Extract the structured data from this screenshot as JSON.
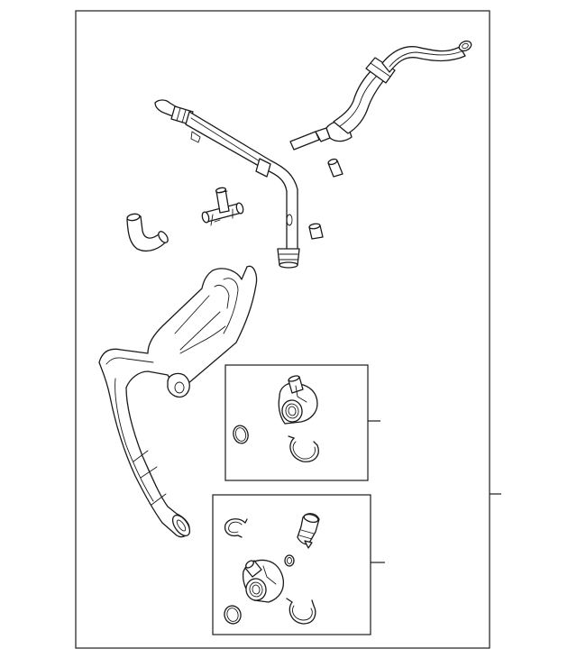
{
  "diagram": {
    "kind": "exploded-parts-illustration",
    "background": "#ffffff",
    "line_color": "#1a1a1a",
    "components": [
      {
        "name": "upper-coolant-hose",
        "icon": "hose-icon"
      },
      {
        "name": "hose-clamp-small",
        "icon": "clamp-icon"
      },
      {
        "name": "coolant-tube-pipe",
        "icon": "pipe-icon"
      },
      {
        "name": "hose-clamp-lower",
        "icon": "clamp-icon"
      },
      {
        "name": "elbow-hose",
        "icon": "hose-icon"
      },
      {
        "name": "tee-connector",
        "icon": "connector-icon"
      },
      {
        "name": "lower-radiator-hose",
        "icon": "hose-icon"
      },
      {
        "name": "repair-kit-1",
        "icon": "kit-icon",
        "parts": [
          "fitting",
          "o-ring",
          "retaining-clip"
        ]
      },
      {
        "name": "repair-kit-2",
        "icon": "kit-icon",
        "parts": [
          "snap-ring",
          "bleeder-valve",
          "small-o-ring",
          "fitting",
          "o-ring",
          "retaining-clip"
        ]
      }
    ]
  }
}
